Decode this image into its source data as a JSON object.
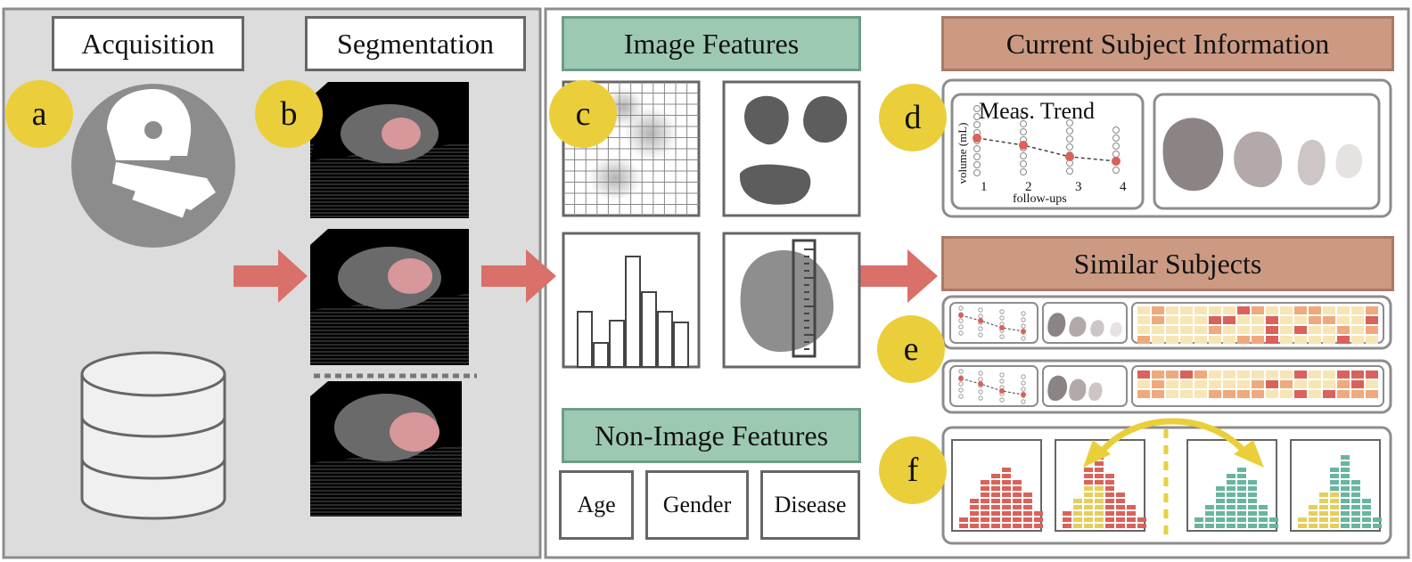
{
  "left_panel": {
    "acquisition_title": "Acquisition",
    "segmentation_title": "Segmentation"
  },
  "middle_panel": {
    "image_features_title": "Image Features",
    "non_image_features_title": "Non-Image Features",
    "non_image_items": [
      "Age",
      "Gender",
      "Disease"
    ]
  },
  "right_panel": {
    "current_subject_title": "Current Subject Information",
    "similar_subjects_title": "Similar Subjects",
    "trend_title": "Meas. Trend",
    "trend_ylabel": "volume (mL)",
    "trend_xlabel": "follow-ups",
    "trend_ticks": [
      "1",
      "2",
      "3",
      "4"
    ]
  },
  "badges": [
    "a",
    "b",
    "c",
    "d",
    "e",
    "f"
  ],
  "colors": {
    "panel_gray": "#dcdcdc",
    "badge_yellow": "#eacf3a",
    "arrow_red": "#d9706a",
    "teal": "#9dc9b3",
    "brown": "#cc9a83",
    "heat_light": "#f7e6b5",
    "heat_mid": "#f0a97c",
    "heat_dark": "#d9625a",
    "bar_red": "#d9625a",
    "bar_yellow": "#e5cf5c",
    "bar_teal": "#68b5a0"
  },
  "icons": [
    "scanner-icon",
    "database-icon",
    "ct-slice-stack-icon",
    "grid-texture-icon",
    "shape-blobs-icon",
    "histogram-icon",
    "ruler-icon"
  ]
}
